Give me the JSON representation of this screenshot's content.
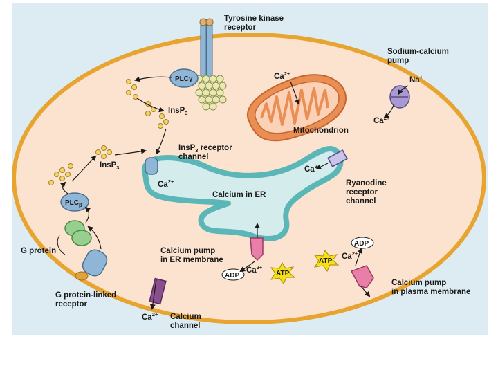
{
  "labels": {
    "tyrosine_kinase_receptor": [
      "Tyrosine kinase",
      "receptor"
    ],
    "plc_gamma": "PLCγ",
    "insp3_top": "InsP",
    "insp3_top_sub": "3",
    "insp3_mid": "InsP",
    "insp3_mid_sub": "3",
    "insp3_receptor_channel": [
      "InsP",
      "3",
      " receptor",
      "channel"
    ],
    "plc_beta": "PLC",
    "plc_beta_sub": "β",
    "g_protein": "G protein",
    "g_protein_linked_receptor": [
      "G protein-linked",
      "receptor"
    ],
    "calcium_channel": [
      "Calcium",
      "channel"
    ],
    "ca_ion": "Ca",
    "ca_charge": "2+",
    "calcium_in_er": "Calcium in ER",
    "mitochondrion": "Mitochondrion",
    "sodium_calcium_pump": [
      "Sodium-calcium",
      "pump"
    ],
    "na_ion": "Na",
    "na_charge": "+",
    "ryanodine_receptor_channel": [
      "Ryanodine",
      "receptor",
      "channel"
    ],
    "calcium_pump_er": [
      "Calcium pump",
      "in ER membrane"
    ],
    "calcium_pump_plasma": [
      "Calcium pump",
      "in plasma membrane"
    ],
    "adp": "ADP",
    "atp": "ATP"
  },
  "colors": {
    "panel_bg": "#dcecf2",
    "cytoplasm": "#fbe3cf",
    "cell_membrane": "#e8a431",
    "er_fill": "#d4ecec",
    "er_membrane": "#5bb7b7",
    "mito_outer": "#e98f54",
    "mito_inner": "#fbd2b8",
    "receptor_blue": "#8fb6d7",
    "pump_pink": "#e87fa8",
    "channel_purple": "#8a4f8f",
    "atp_star": "#f7e017",
    "g_protein_green": "#97cf8e"
  }
}
